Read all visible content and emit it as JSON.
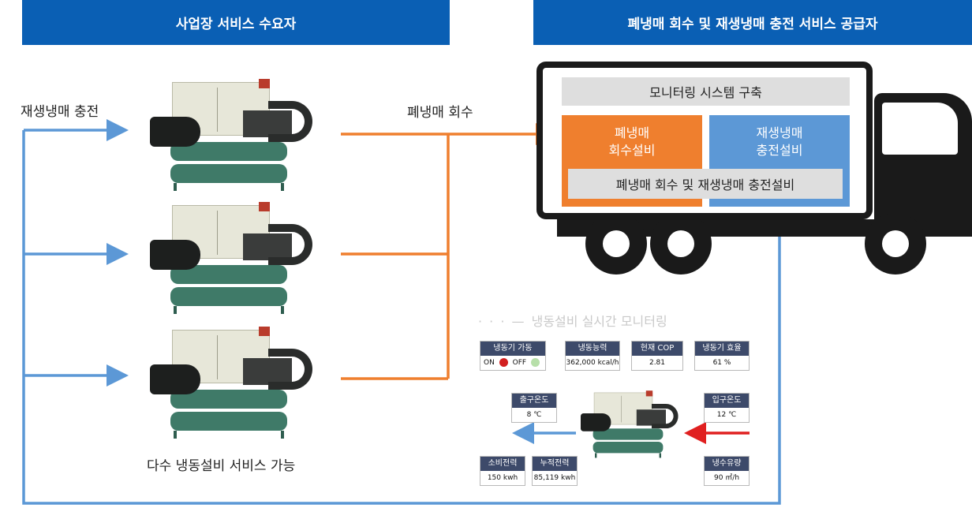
{
  "headers": {
    "left": "사업장 서비스 수요자",
    "right": "폐냉매 회수 및 재생냉매 충전 서비스 공급자"
  },
  "labels": {
    "recharge": "재생냉매 충전",
    "recovery": "폐냉매 회수",
    "multi_service": "다수 냉동설비 서비스 가능"
  },
  "truck": {
    "monitor_system": "모니터링 시스템 구축",
    "recovery_equipment_line1": "폐냉매",
    "recovery_equipment_line2": "회수설비",
    "charging_equipment_line1": "재생냉매",
    "charging_equipment_line2": "충전설비",
    "combined_equipment": "폐냉매 회수 및 재생냉매 충전설비"
  },
  "monitoring": {
    "title": "냉동설비 실시간 모니터링",
    "operation": {
      "label": "냉동기 가동",
      "on": "ON",
      "off": "OFF"
    },
    "capacity": {
      "label": "냉동능력",
      "value": "362,000 kcal/h"
    },
    "cop": {
      "label": "현재 COP",
      "value": "2.81"
    },
    "efficiency": {
      "label": "냉동기 효율",
      "value": "61 %"
    },
    "outlet_temp": {
      "label": "출구온도",
      "value": "8 ℃"
    },
    "inlet_temp": {
      "label": "입구온도",
      "value": "12 ℃"
    },
    "power": {
      "label": "소비전력",
      "value": "150 kwh"
    },
    "cumulative_power": {
      "label": "누적전력",
      "value": "85,119 kwh"
    },
    "flow": {
      "label": "냉수유량",
      "value": "90 ㎥/h"
    }
  },
  "colors": {
    "header_blue": "#0a5fb4",
    "recharge_line": "#5c98d6",
    "recovery_line": "#ef7f2e",
    "on_indicator": "#d21f1f",
    "off_indicator": "#b7dfa9"
  }
}
